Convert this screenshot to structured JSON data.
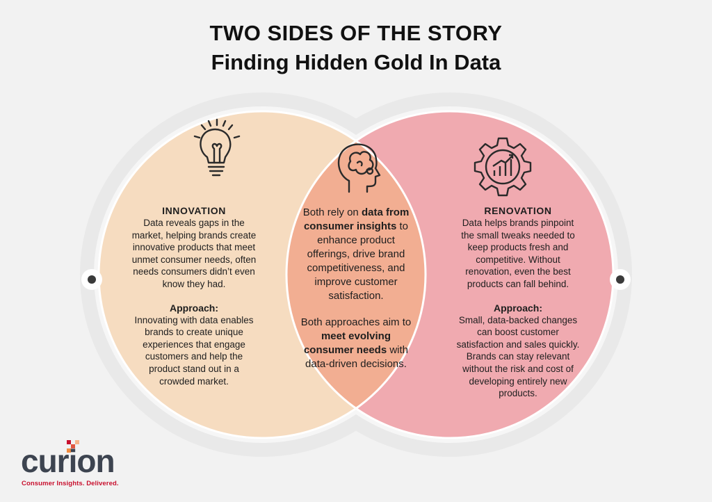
{
  "title": {
    "line1": "TWO SIDES OF THE STORY",
    "line2": "Finding Hidden Gold In Data"
  },
  "left": {
    "heading": "INNOVATION",
    "body": [
      "Data reveals gaps in the",
      "market, helping brands create",
      "innovative products that meet",
      "unmet consumer needs, often",
      "needs consumers didn’t even",
      "know they had."
    ],
    "approach_heading": "Approach:",
    "approach_body": [
      "Innovating with data enables",
      "brands to create unique",
      "experiences that engage",
      "customers and help the",
      "product stand out in a",
      "crowded market."
    ]
  },
  "center": {
    "p1_pre": "Both rely on",
    "p1_bold_a": "data from",
    "p1_bold_b": "consumer insights",
    "p1_post": "to",
    "p1_rest": [
      "enhance product",
      "offerings, drive brand",
      "competitiveness, and",
      "improve customer",
      "satisfaction."
    ],
    "p2_l1": "Both approaches aim to",
    "p2_bold": "meet evolving",
    "p2_bold_b": "consumer needs",
    "p2_post": "with",
    "p2_l4": "data-driven decisions."
  },
  "right": {
    "heading": "RENOVATION",
    "body": [
      "Data helps brands pinpoint",
      "the small tweaks needed to",
      "keep products fresh and",
      "competitive. Without",
      "renovation, even the best",
      "products can fall behind."
    ],
    "approach_heading": "Approach:",
    "approach_body": [
      "Small, data-backed changes",
      "can boost customer",
      "satisfaction and sales quickly.",
      "Brands can stay relevant",
      "without the risk and cost of",
      "developing entirely new",
      "products."
    ]
  },
  "logo": {
    "wordmark": "curion",
    "tagline": "Consumer Insights. Delivered."
  },
  "icons": {
    "left": "lightbulb-icon",
    "center": "brain-head-icon",
    "right": "gear-chart-icon"
  },
  "colors": {
    "left_circle": "#f6dcc0",
    "right_circle": "#f0aab0",
    "overlap": "#f2ae92",
    "ring": "#e9e9e9",
    "background": "#f2f2f2",
    "brand_red": "#c8102e",
    "logo_gray": "#3d4450"
  }
}
